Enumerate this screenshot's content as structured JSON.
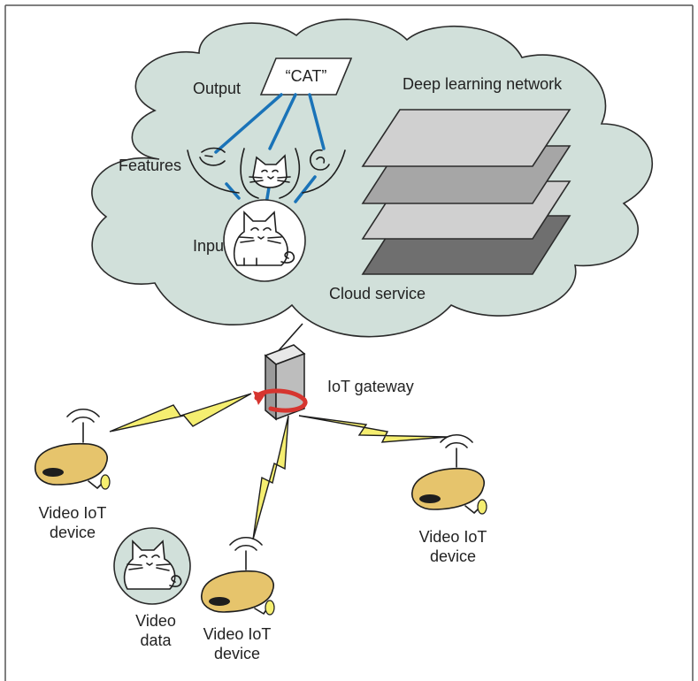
{
  "labels": {
    "output": "Output",
    "cat_output": "“CAT”",
    "features": "Features",
    "input": "Input",
    "deep_learning_network": "Deep learning network",
    "cloud_service": "Cloud service",
    "iot_gateway": "IoT gateway",
    "video_iot_device_left_line1": "Video IoT",
    "video_iot_device_left_line2": "device",
    "video_iot_device_right_line1": "Video IoT",
    "video_iot_device_right_line2": "device",
    "video_iot_device_bottom_line1": "Video IoT",
    "video_iot_device_bottom_line2": "device",
    "video_data_line1": "Video",
    "video_data_line2": "data"
  },
  "colors": {
    "cloud_fill": "#d1e0da",
    "connection_blue": "#1a73b8",
    "lightning_fill": "#f5ee70",
    "device_body": "#e6c46c",
    "layer_light": "#d0d0d0",
    "layer_mid": "#a6a6a6",
    "layer_dark": "#6f6f6f",
    "gateway_arrow": "#d6352f"
  }
}
